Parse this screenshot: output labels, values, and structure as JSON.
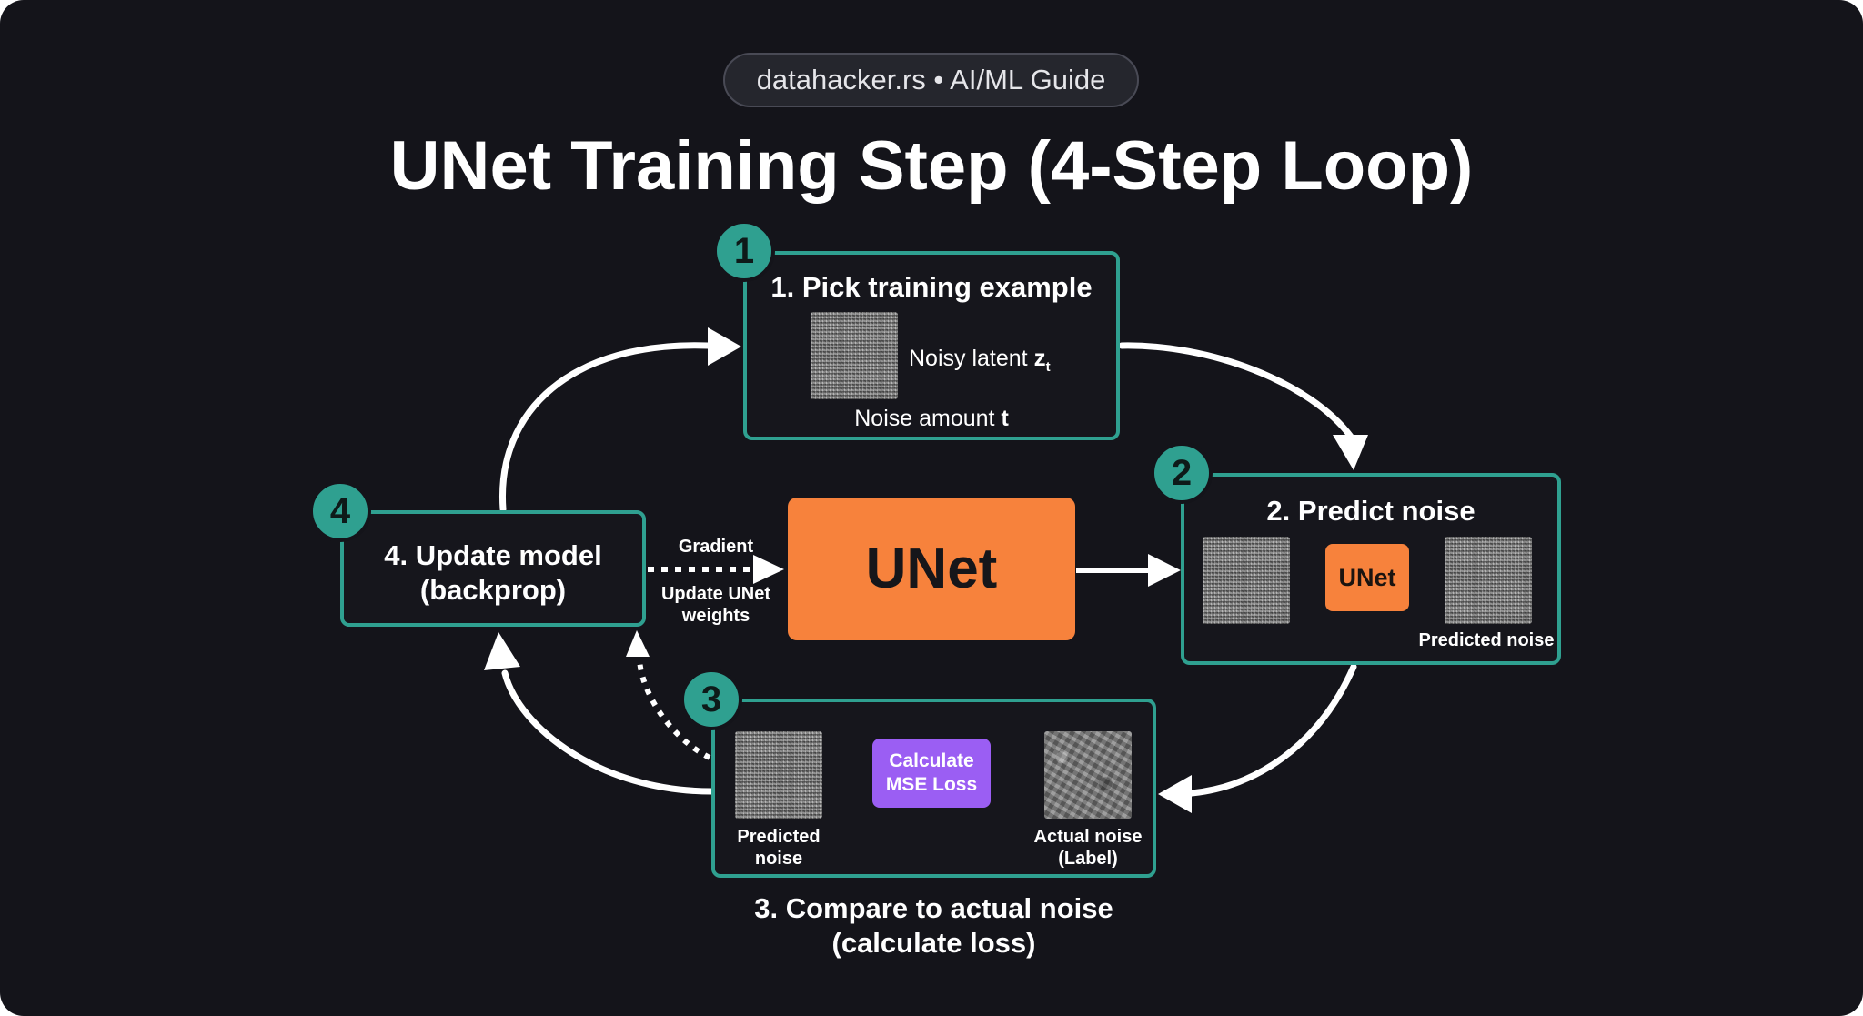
{
  "header": {
    "badge_text": "datahacker.rs • AI/ML Guide",
    "title": "UNet Training Step (4-Step Loop)"
  },
  "step1": {
    "number": "1",
    "title": "1. Pick training example",
    "latent_label": "Noisy latent ",
    "latent_var": "z",
    "latent_sub": "t",
    "noise_label": "Noise amount ",
    "noise_var": "t"
  },
  "step2": {
    "number": "2",
    "title": "2. Predict noise",
    "model_label": "UNet",
    "output_label": "Predicted noise"
  },
  "step3": {
    "number": "3",
    "loss_line1": "Calculate",
    "loss_line2": "MSE Loss",
    "predicted_line1": "Predicted",
    "predicted_line2": "noise",
    "actual_line1": "Actual noise",
    "actual_line2": "(Label)",
    "caption_line1": "3. Compare to actual noise",
    "caption_line2": "(calculate loss)"
  },
  "step4": {
    "number": "4",
    "title_line1": "4. Update model",
    "title_line2": "(backprop)"
  },
  "center": {
    "model_label": "UNet",
    "gradient_label": "Gradient",
    "update_line1": "Update UNet",
    "update_line2": "weights"
  },
  "colors": {
    "background": "#14141a",
    "teal": "#2fa090",
    "orange": "#f7823c",
    "purple": "#9b5ef3",
    "white": "#ffffff"
  }
}
